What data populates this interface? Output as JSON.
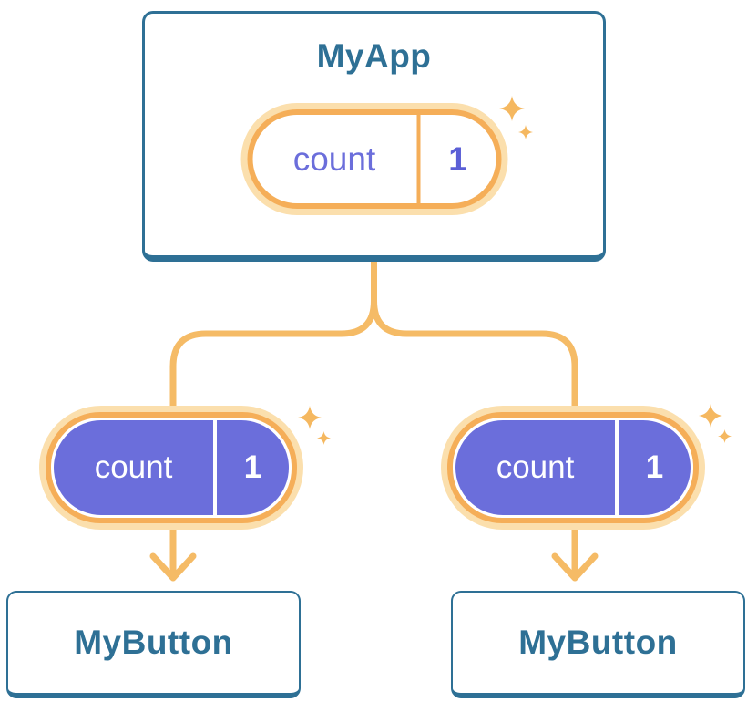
{
  "app": {
    "title": "MyApp"
  },
  "parent_state": {
    "name": "count",
    "value": "1"
  },
  "children": [
    {
      "title": "MyButton",
      "state": {
        "name": "count",
        "value": "1"
      }
    },
    {
      "title": "MyButton",
      "state": {
        "name": "count",
        "value": "1"
      }
    }
  ],
  "icons": {
    "sparkle": "sparkle-icon"
  },
  "colors": {
    "background": "#FFFFFF",
    "card_border_blue": "#2E7095",
    "heading_blue": "#2E7095",
    "state_purple_fill": "#6B6EDB",
    "state_purple_text": "#5B5FD6",
    "pill_ring_orange": "#F5AE58",
    "pill_halo_orange": "#FBDFAD",
    "connector_orange": "#F5BB66",
    "sparkle_orange": "#F5B860"
  }
}
